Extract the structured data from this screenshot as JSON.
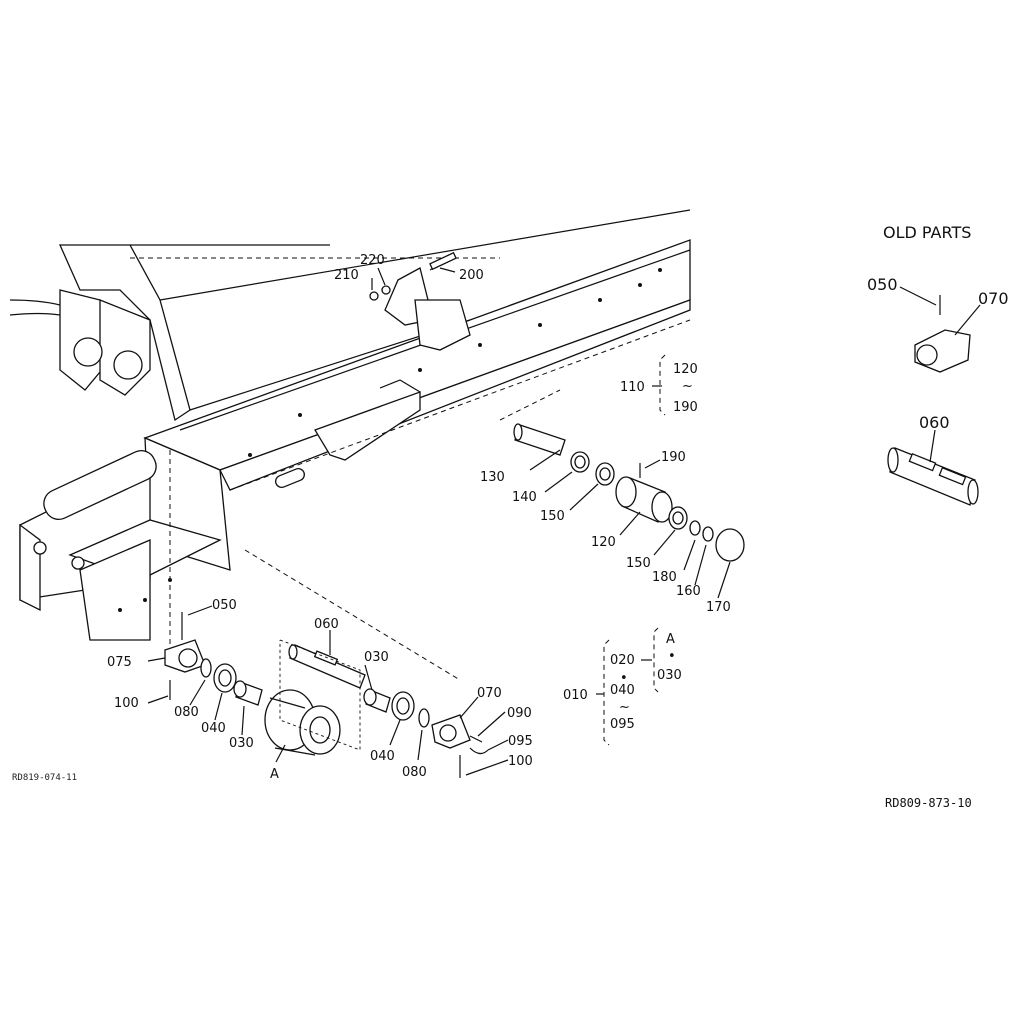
{
  "old_parts_title": "OLD PARTS",
  "ref_left": "RD819-074-11",
  "ref_right": "RD809-873-10",
  "callouts": {
    "c220": "220",
    "c210": "210",
    "c200": "200",
    "c120_top": "120",
    "c110": "110",
    "c190_range": "190",
    "tilde1": "~",
    "c130": "130",
    "c190": "190",
    "c140": "140",
    "c150a": "150",
    "c120": "120",
    "c150b": "150",
    "c180": "180",
    "c160": "160",
    "c170": "170",
    "c050": "050",
    "c075": "075",
    "c100a": "100",
    "c080a": "080",
    "c040a": "040",
    "c030a": "030",
    "c060": "060",
    "c030b": "030",
    "cA_roller": "A",
    "c070": "070",
    "c090": "090",
    "c095": "095",
    "c100b": "100",
    "c040b": "040",
    "c080b": "080",
    "c010": "010",
    "c020": "020",
    "dot1": "•",
    "c040c": "040",
    "tilde2": "~",
    "c095b": "095",
    "cA_group": "A",
    "dot2": "•",
    "c030c": "030",
    "old_c050": "050",
    "old_c070": "070",
    "old_c060": "060"
  }
}
